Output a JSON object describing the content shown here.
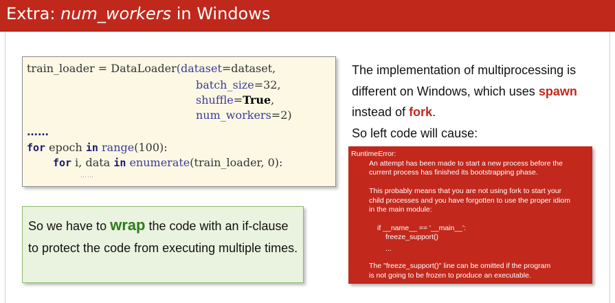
{
  "title": {
    "prefix": "Extra: ",
    "emphasis": "num_workers",
    "suffix": " in Windows"
  },
  "code": {
    "line1_target": "train_loader = ",
    "line1_class": "DataLoader",
    "line1_open": "(",
    "line1_arg": "dataset",
    "line1_eq": "=dataset,",
    "line2_arg": "batch_size",
    "line2_eq": "=32,",
    "line3_arg": "shuffle",
    "line3_eq": "=",
    "line3_val": "True",
    "line3_end": ",",
    "line4_arg": "num_workers",
    "line4_eq": "=2)",
    "ellipsis1": "……",
    "for1_kw": "for",
    "for1_var": " epoch ",
    "in1_kw": "in",
    "for1_fn": " range",
    "for1_rest": "(100):",
    "for2_kw": "for",
    "for2_var": " i, data ",
    "in2_kw": "in",
    "for2_fn": " enumerate",
    "for2_rest": "(train_loader, 0):",
    "ellipsis2": "……"
  },
  "green": {
    "before": "So we have to ",
    "wrap": "wrap",
    "after": " the code with an if-clause to protect the code from executing multiple times."
  },
  "right": {
    "p1": "The implementation of multiprocessing is different on Windows, which uses ",
    "spawn": "spawn",
    "p2": " instead of ",
    "fork": "fork",
    "p3": ".",
    "p4": "So left code will cause:"
  },
  "error": {
    "l0": "RuntimeError:",
    "l1": "An attempt has been made to start a new process before the",
    "l2": "current process has finished its bootstrapping phase.",
    "l3": "This probably means that you are not using fork to start your",
    "l4": "child processes and you have forgotten to use the proper idiom",
    "l5": "in the main module:",
    "l6": "if __name__ == '__main__':",
    "l7": "freeze_support()",
    "l8": "...",
    "l9": "The \"freeze_support()\" line can be omitted if the program",
    "l10": "is not going to be frozen to produce an executable."
  },
  "colors": {
    "title_bar": "#c0281c",
    "code_bg": "#fdf8e4",
    "green_bg": "#eaf3df",
    "error_bg": "#c2281c",
    "highlight": "#c0281c",
    "wrap_green": "#2e7a1f"
  }
}
